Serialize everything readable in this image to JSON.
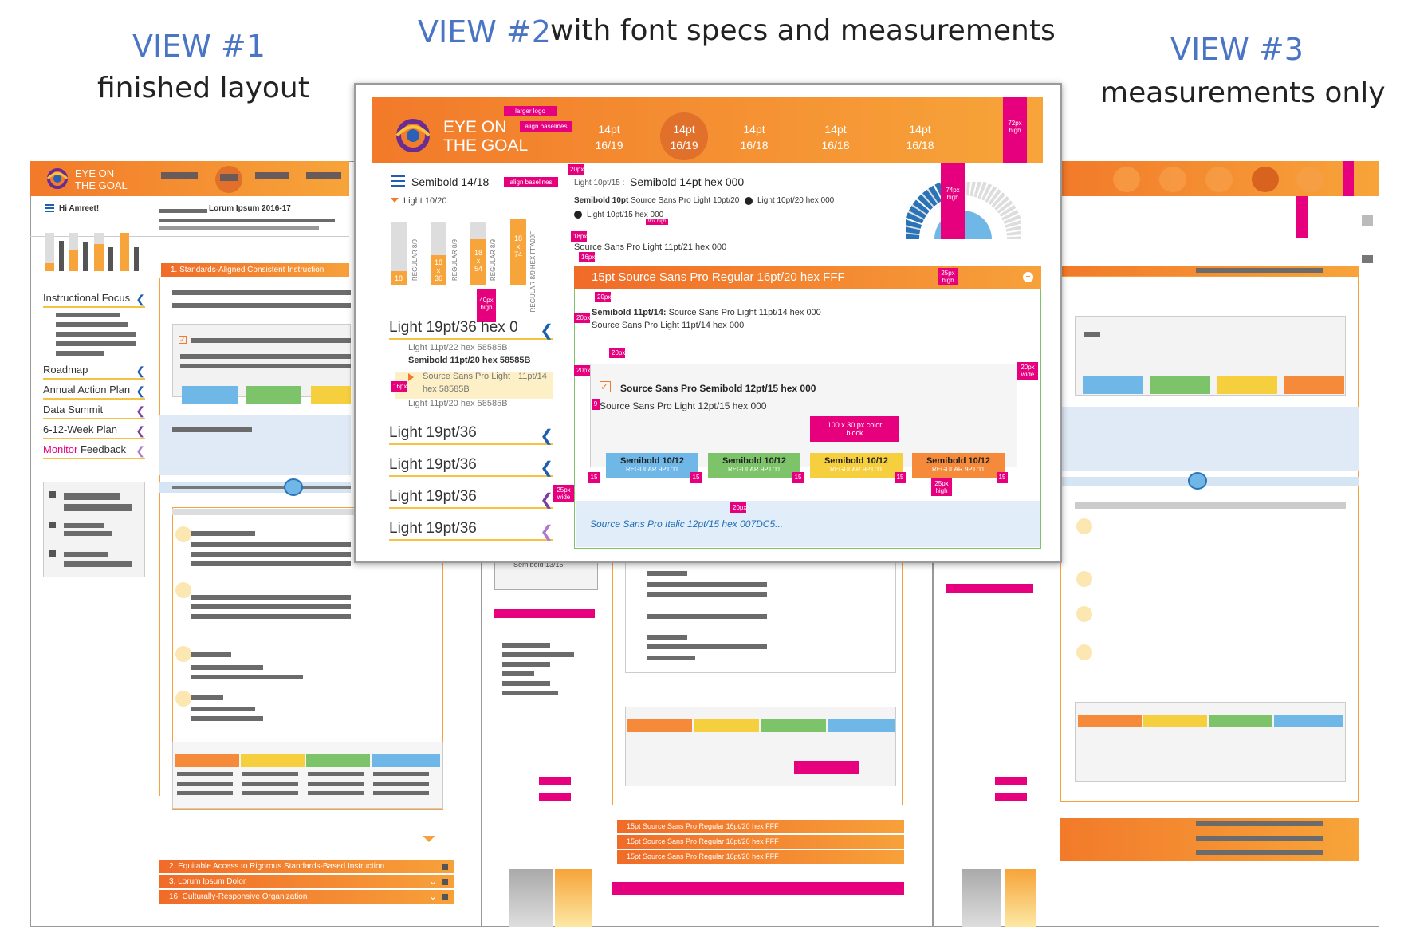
{
  "headings": {
    "view1": "VIEW #1",
    "view1_sub": "finished layout",
    "view2": "VIEW #2",
    "view2_sub": "with font specs and measurements",
    "view3": "VIEW #3",
    "view3_sub": "measurements only"
  },
  "logo": {
    "line1": "EYE ON",
    "line2": "THE GOAL"
  },
  "view1": {
    "greeting": "Hi Amreet!",
    "doc_title": "Lorum Ipsum 2016-17",
    "section1": "1. Standards-Aligned Consistent Instruction",
    "nav": [
      {
        "label": "Instructional Focus"
      },
      {
        "label": "Roadmap"
      },
      {
        "label": "Annual Action Plan"
      },
      {
        "label": "Data Summit"
      },
      {
        "label": "6-12-Week Plan"
      }
    ],
    "monitor_prefix": "Monitor",
    "monitor_suffix": " Feedback",
    "stripes": [
      "2. Equitable Access to Rigorous Standards-Based Instruction",
      "3. Lorum Ipsum Dolor",
      "16. Culturally-Responsive Organization"
    ]
  },
  "view2": {
    "tag_larger_logo": "larger logo",
    "tag_align_baselines": "align baselines",
    "tag_align_baselines2": "align baselines",
    "nav_specs": [
      {
        "top": "14pt",
        "bottom": "16/19"
      },
      {
        "top": "14pt",
        "bottom": "16/19"
      },
      {
        "top": "14pt",
        "bottom": "16/18"
      },
      {
        "top": "14pt",
        "bottom": "16/18"
      },
      {
        "top": "14pt",
        "bottom": "16/18"
      }
    ],
    "header_height": "72px high",
    "menu_spec": "Semibold 14/18",
    "light_spec": "Light 10/20",
    "m20": "20px",
    "title_prefix": "Light 10pt/15 :",
    "title_main": "Semibold 14pt  hex 000",
    "semibold10": "Semibold 10pt",
    "semibold10_rest": " Source Sans Pro Light 10pt/20",
    "light10_20": "Light 10pt/20 hex 000",
    "light10_15": "Light 10pt/15 hex 000",
    "tiny_high": "9px high",
    "gauge_h": "74px high",
    "m18": "18px",
    "m16": "16px",
    "source_light_11": "Source Sans Pro Light 11pt/21 hex 000",
    "bar_chart": {
      "bars": [
        {
          "top": "REGULAR 8/9",
          "val": "18"
        },
        {
          "top": "REGULAR 8/9",
          "val": "18\nx\n36"
        },
        {
          "top": "REGULAR 8/9",
          "val": "18\nx\n54"
        },
        {
          "top": "REGULAR 8/9 HEX FFA09F",
          "val": "18\nx\n74"
        }
      ],
      "tag_40": "40px high"
    },
    "light19": "Light 19pt/36 hex 0",
    "light11_22": "Light 11pt/22 hex 58585B",
    "semibold11_20": "Semibold 11pt/20 hex 58585B",
    "ssp_light": "Source Sans Pro Light",
    "ssp_light_size": "11pt/14",
    "hex58": "hex 58585B",
    "light11_20": "Light 11pt/20 hex 58585B",
    "m16b": "16px",
    "light19_items": [
      "Light 19pt/36",
      "Light 19pt/36",
      "Light 19pt/36",
      "Light 19pt/36"
    ],
    "m25_wide": "25px wide",
    "section_title": "15pt Source Sans Pro Regular  16pt/20  hex FFF",
    "m25_high": "25px high",
    "m20b": "20px",
    "semibold11_14": "Semibold 11pt/14:",
    "semibold11_14_rest": " Source Sans Pro Light 11pt/14 hex 000",
    "ssp_light_11_14": "Source Sans Pro Light 11pt/14 hex 000",
    "m20c": "20px",
    "m20d": "20px",
    "m20_wide": "20px wide",
    "card_title": "Source Sans Pro Semibold 12pt/15 hex 000",
    "card_body": "Source Sans Pro Light 12pt/15 hex 000",
    "m9": "9",
    "color_block": "100 x 30 px color block",
    "blocks": [
      {
        "t": "Semibold 10/12",
        "b": "REGULAR 9PT/11"
      },
      {
        "t": "Semibold 10/12",
        "b": "REGULAR 9PT/11"
      },
      {
        "t": "Semibold 10/12",
        "b": "REGULAR 9PT/11"
      },
      {
        "t": "Semibold 10/12",
        "b": "REGULAR 9PT/11"
      }
    ],
    "m15": "15",
    "m25_high2": "25px high",
    "m20e": "20px",
    "italic": "Source Sans Pro Italic 12pt/15 hex 007DC5..."
  },
  "bg_mid": {
    "semibold_frag": "Semibold 13/15",
    "stripes": [
      "15pt Source Sans Pro Regular  16pt/20  hex FFF",
      "15pt Source Sans Pro Regular  16pt/20  hex FFF",
      "15pt Source Sans Pro Regular  16pt/20  hex FFF"
    ]
  },
  "colors": {
    "orange": "#F58A3B",
    "magenta": "#E6007E",
    "blue": "#6FB7E6",
    "green": "#7CC36A",
    "yellow": "#F5CF3E"
  }
}
